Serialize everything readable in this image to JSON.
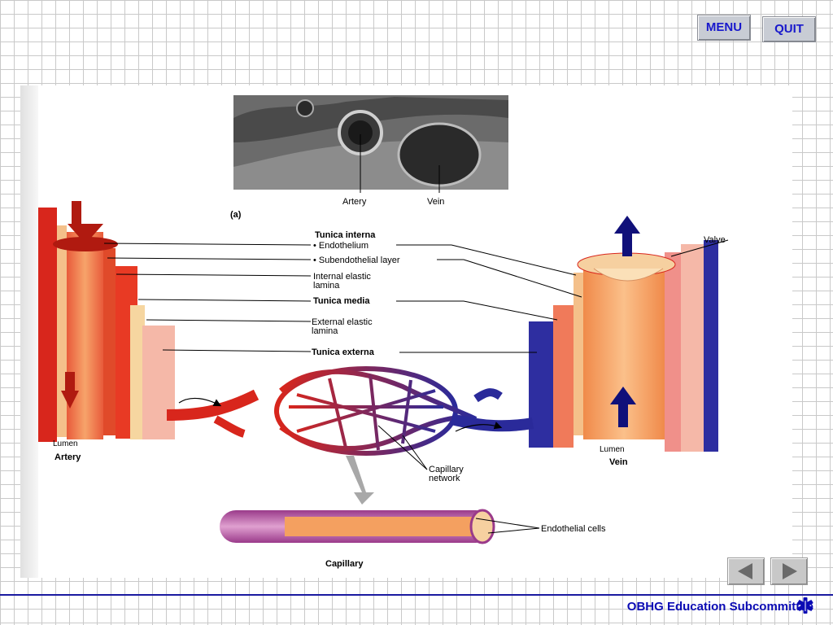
{
  "nav": {
    "menu_label": "MENU",
    "quit_label": "QUIT",
    "prev_icon": "triangle-left-icon",
    "next_icon": "triangle-right-icon"
  },
  "diagram": {
    "micrograph": {
      "panel_label": "(a)",
      "artery_label": "Artery",
      "vein_label": "Vein"
    },
    "layers": {
      "tunica_interna": "Tunica interna",
      "endothelium": "• Endothelium",
      "subendothelial": "• Subendothelial layer",
      "internal_elastic_1": "Internal elastic",
      "internal_elastic_2": "lamina",
      "tunica_media": "Tunica media",
      "external_elastic_1": "External elastic",
      "external_elastic_2": "lamina",
      "tunica_externa": "Tunica externa"
    },
    "artery": {
      "lumen": "Lumen",
      "name": "Artery"
    },
    "vein": {
      "valve": "Valve",
      "lumen": "Lumen",
      "name": "Vein"
    },
    "capillary_network_1": "Capillary",
    "capillary_network_2": "network",
    "endothelial_cells": "Endothelial cells",
    "capillary": "Capillary"
  },
  "footer": {
    "text": "OBHG Education Subcommittee",
    "icon": "star-of-life-icon"
  },
  "colors": {
    "nav_text": "#1818cc",
    "footer_text": "#0b0bb4",
    "artery_red": "#d8261c",
    "vein_blue": "#2a2a9a"
  }
}
